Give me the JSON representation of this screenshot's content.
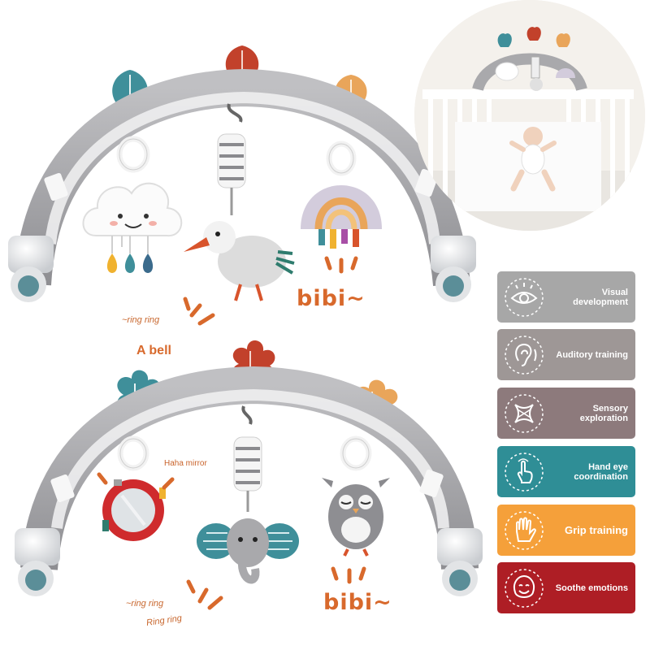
{
  "labels": {
    "ring_ring_top": "~ring ring",
    "a_bell": "A bell",
    "bibi_top": "bibi~",
    "haha_mirror": "Haha mirror",
    "ring_ring_bottom": "~ring ring",
    "ring_ring_bottom2": "Ring ring",
    "bibi_bottom": "bibi~"
  },
  "features": [
    {
      "label": "Visual development",
      "color": "#a7a7a7",
      "icon": "eye-icon"
    },
    {
      "label": "Auditory training",
      "color": "#9e9796",
      "icon": "ear-icon"
    },
    {
      "label": "Sensory exploration",
      "color": "#8d7a7c",
      "icon": "sensory-icon"
    },
    {
      "label": "Hand eye coordination",
      "color": "#2f8e96",
      "icon": "pointing-hand-icon"
    },
    {
      "label": "Grip training",
      "color": "#f5a03a",
      "icon": "open-hand-icon"
    },
    {
      "label": "Soothe emotions",
      "color": "#ae1e25",
      "icon": "smiling-face-icon"
    }
  ],
  "colors": {
    "arch_gray": "#a9a9ac",
    "arch_white": "#eeeeef",
    "leaf_teal": "#3f8f9a",
    "leaf_red": "#c2412b",
    "leaf_orange": "#e9a55a",
    "accent_orange": "#d8692c"
  }
}
